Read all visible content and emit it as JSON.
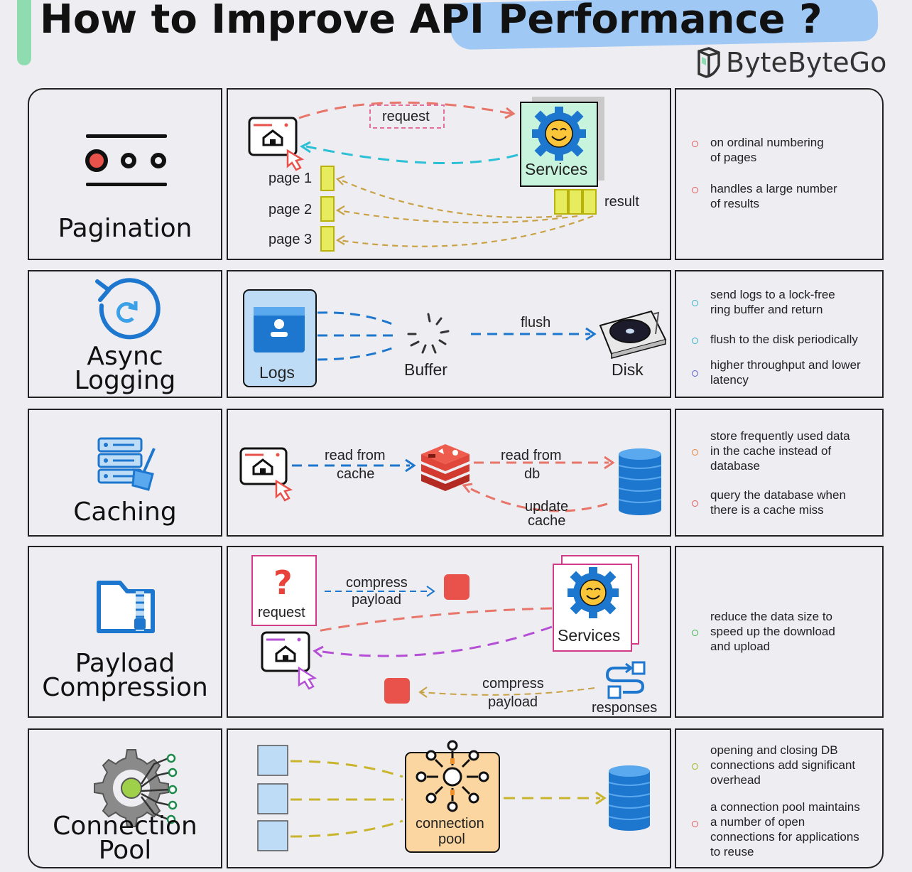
{
  "title": {
    "part1": "How to Improve ",
    "part2": "API Performance",
    "part3": " ?"
  },
  "brand": "ByteByteGo",
  "sections": [
    {
      "name": "Pagination",
      "points": [
        "on ordinal numbering\nof pages",
        "handles a large number\nof results"
      ],
      "dot_colors": [
        "#e25b5b",
        "#e25b5b"
      ],
      "labels": {
        "request": "request",
        "services": "Services",
        "result": "result",
        "page1": "page 1",
        "page2": "page 2",
        "page3": "page 3"
      }
    },
    {
      "name_line1": "Async",
      "name_line2": "Logging",
      "points": [
        "send logs to a lock-free\nring buffer and return",
        "flush to the disk periodically",
        "higher throughput and lower\nlatency"
      ],
      "dot_colors": [
        "#35b3c7",
        "#35b3c7",
        "#5a5fd0"
      ],
      "labels": {
        "logs": "Logs",
        "buffer": "Buffer",
        "flush": "flush",
        "disk": "Disk"
      }
    },
    {
      "name": "Caching",
      "points": [
        "store frequently used data\nin the cache instead of\ndatabase",
        "query the database when\nthere is a cache miss"
      ],
      "dot_colors": [
        "#e5823a",
        "#e25b5b"
      ],
      "labels": {
        "read_cache_1": "read from",
        "read_cache_2": "cache",
        "read_db_1": "read from",
        "read_db_2": "db",
        "update_1": "update",
        "update_2": "cache"
      }
    },
    {
      "name_line1": "Payload",
      "name_line2": "Compression",
      "points": [
        "reduce the data size to\nspeed up the download\nand upload"
      ],
      "dot_colors": [
        "#3ab54a"
      ],
      "labels": {
        "request": "request",
        "compress1_1": "compress",
        "compress1_2": "payload",
        "services": "Services",
        "compress2_1": "compress",
        "compress2_2": "payload",
        "responses": "responses"
      }
    },
    {
      "name_line1": "Connection",
      "name_line2": "Pool",
      "points": [
        "opening and closing DB\nconnections add significant\noverhead",
        "a connection pool maintains\na number of open\nconnections for applications\nto reuse"
      ],
      "dot_colors": [
        "#a0b520",
        "#e25b5b"
      ],
      "labels": {
        "pool_1": "connection",
        "pool_2": "pool"
      }
    }
  ]
}
